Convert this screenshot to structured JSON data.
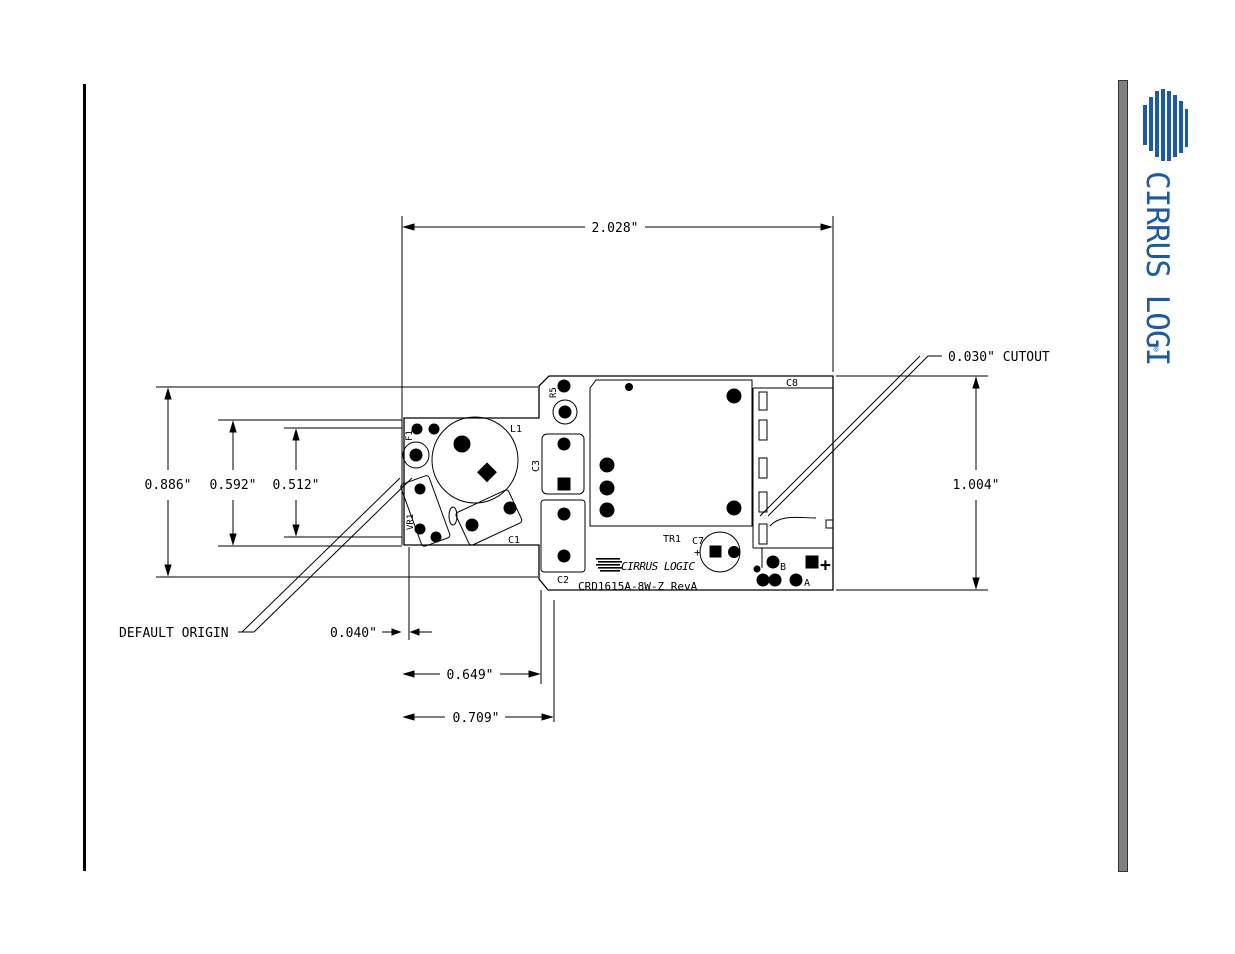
{
  "brand": {
    "name": "CIRRUS LOGIC",
    "registered": "®",
    "color": "#1a5aa8"
  },
  "dimensions": {
    "overall_width": "2.028\"",
    "cutout": "0.030\" CUTOUT",
    "height_left_outer": "0.886\"",
    "height_left_mid": "0.592\"",
    "height_left_inner": "0.512\"",
    "height_right": "1.004\"",
    "default_origin": "DEFAULT ORIGIN",
    "offset_small": "0.040\"",
    "offset_mid": "0.649\"",
    "offset_large": "0.709\""
  },
  "board": {
    "silkscreen": "CRD1615A-8W-Z RevA",
    "logo_text": "CIRRUS LOGIC",
    "components": {
      "l1": "L1",
      "f1": "F1",
      "vr1": "VR1",
      "c1": "C1",
      "c2": "C2",
      "c3": "C3",
      "r5": "R5",
      "tr1": "TR1",
      "c7": "C7",
      "c8": "C8",
      "plus": "+",
      "b": "B",
      "a": "A",
      "plus_big": "+"
    }
  }
}
